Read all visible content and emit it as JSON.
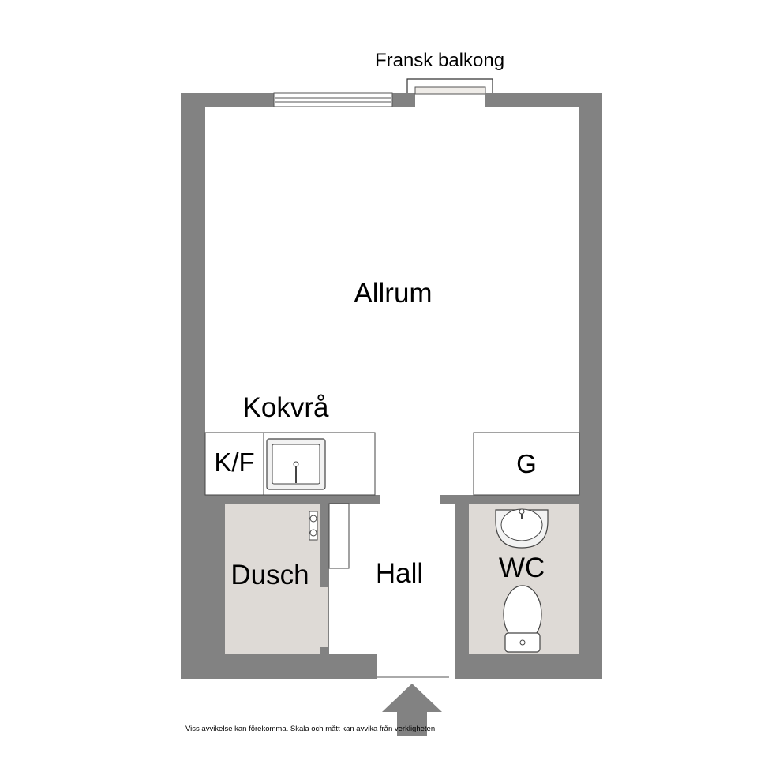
{
  "rooms": {
    "balcony": "Fransk balkong",
    "living": "Allrum",
    "kitchen": "Kokvrå",
    "fridge": "K/F",
    "wardrobe": "G",
    "shower": "Dusch",
    "hall": "Hall",
    "wc": "WC"
  },
  "disclaimer": "Viss avvikelse kan förekomma. Skala och mått kan avvika från verkligheten.",
  "colors": {
    "wall": "#828282",
    "wet_room_floor": "#dedad6",
    "fixture_fill": "#f2f2f2",
    "background": "#ffffff"
  },
  "icons": {
    "entrance": "entrance-arrow-icon",
    "sink": "kitchen-sink-icon",
    "washbasin": "washbasin-icon",
    "toilet": "toilet-icon",
    "shower_tap": "shower-mixer-icon"
  }
}
